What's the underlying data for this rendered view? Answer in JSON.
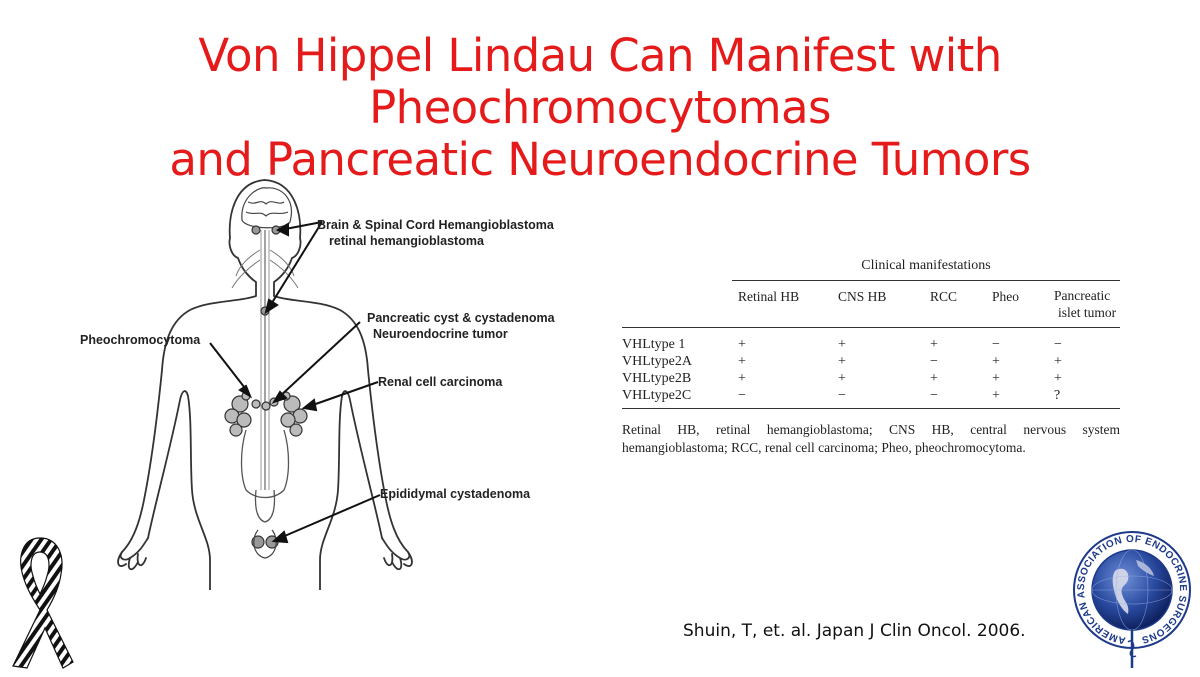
{
  "slide": {
    "title_line1": "Von Hippel Lindau Can Manifest with Pheochromocytomas",
    "title_line2": "and Pancreatic Neuroendocrine Tumors",
    "citation": "Shuin, T, et. al. Japan J Clin Oncol. 2006.",
    "title_color": "#e51b1b"
  },
  "figure": {
    "labels": {
      "brain_line1": "Brain & Spinal Cord Hemangioblastoma",
      "brain_line2": "retinal hemangioblastoma",
      "pancreatic_line1": "Pancreatic cyst & cystadenoma",
      "pancreatic_line2": "Neuroendocrine tumor",
      "pheo": "Pheochromocytoma",
      "renal": "Renal cell carcinoma",
      "epididymal": "Epididymal cystadenoma"
    }
  },
  "table": {
    "caption": "Clinical manifestations",
    "headers": [
      "",
      "Retinal HB",
      "CNS HB",
      "RCC",
      "Pheo",
      "Pancreatic",
      "islet tumor"
    ],
    "rows": [
      [
        "VHLtype 1",
        "+",
        "+",
        "+",
        "−",
        "−"
      ],
      [
        "VHLtype2A",
        "+",
        "+",
        "−",
        "+",
        "+"
      ],
      [
        "VHLtype2B",
        "+",
        "+",
        "+",
        "+",
        "+"
      ],
      [
        "VHLtype2C",
        "−",
        "−",
        "−",
        "+",
        "?"
      ]
    ],
    "footnote": "Retinal HB, retinal hemangioblastoma; CNS HB, central nervous system hemangioblastoma; RCC, renal cell carcinoma; Pheo, pheochromocytoma."
  },
  "logo": {
    "text": "AMERICAN ASSOCIATION OF ENDOCRINE SURGEONS"
  },
  "icons": [
    "zebra-ribbon-icon",
    "aaes-globe-logo-icon"
  ]
}
